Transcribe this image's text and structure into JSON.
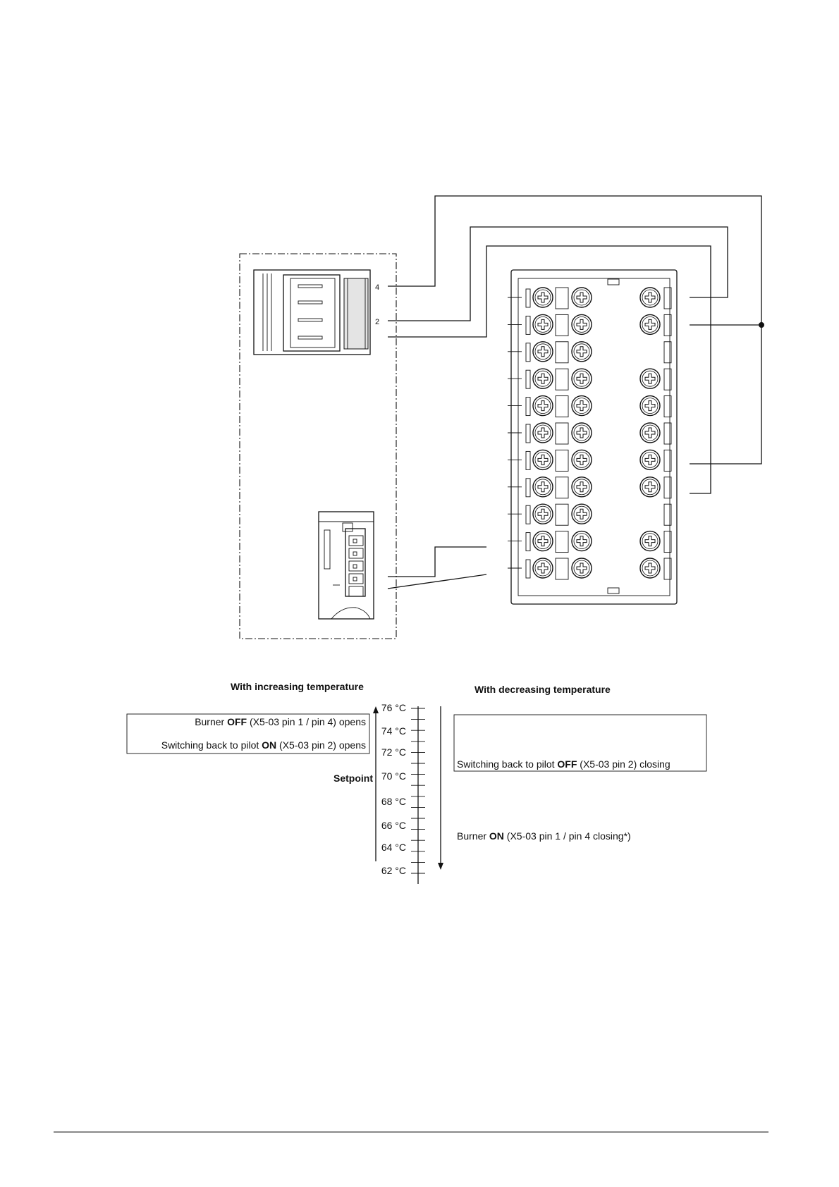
{
  "connector": {
    "pin_top": "4",
    "pin_middle": "2"
  },
  "headings": {
    "increasing": "With increasing temperature",
    "decreasing": "With decreasing temperature"
  },
  "left_box": {
    "line1": {
      "pre": "Burner ",
      "bold": "OFF",
      "post": " (X5-03 pin 1 / pin 4) opens"
    },
    "line2": {
      "pre": "Switching back to pilot ",
      "bold": "ON",
      "post": " (X5-03 pin 2) opens"
    }
  },
  "right_box": {
    "line1": {
      "pre": "Switching back to pilot ",
      "bold": "OFF",
      "post": " (X5-03 pin 2) closing"
    }
  },
  "burner_on": {
    "pre": "Burner ",
    "bold": "ON",
    "post": " (X5-03 pin 1 / pin 4 closing*)"
  },
  "setpoint_label": "Setpoint",
  "scale": {
    "labels": [
      "76 °C",
      "74 °C",
      "72 °C",
      "70 °C",
      "68 °C",
      "66 °C",
      "64 °C",
      "62 °C"
    ]
  }
}
